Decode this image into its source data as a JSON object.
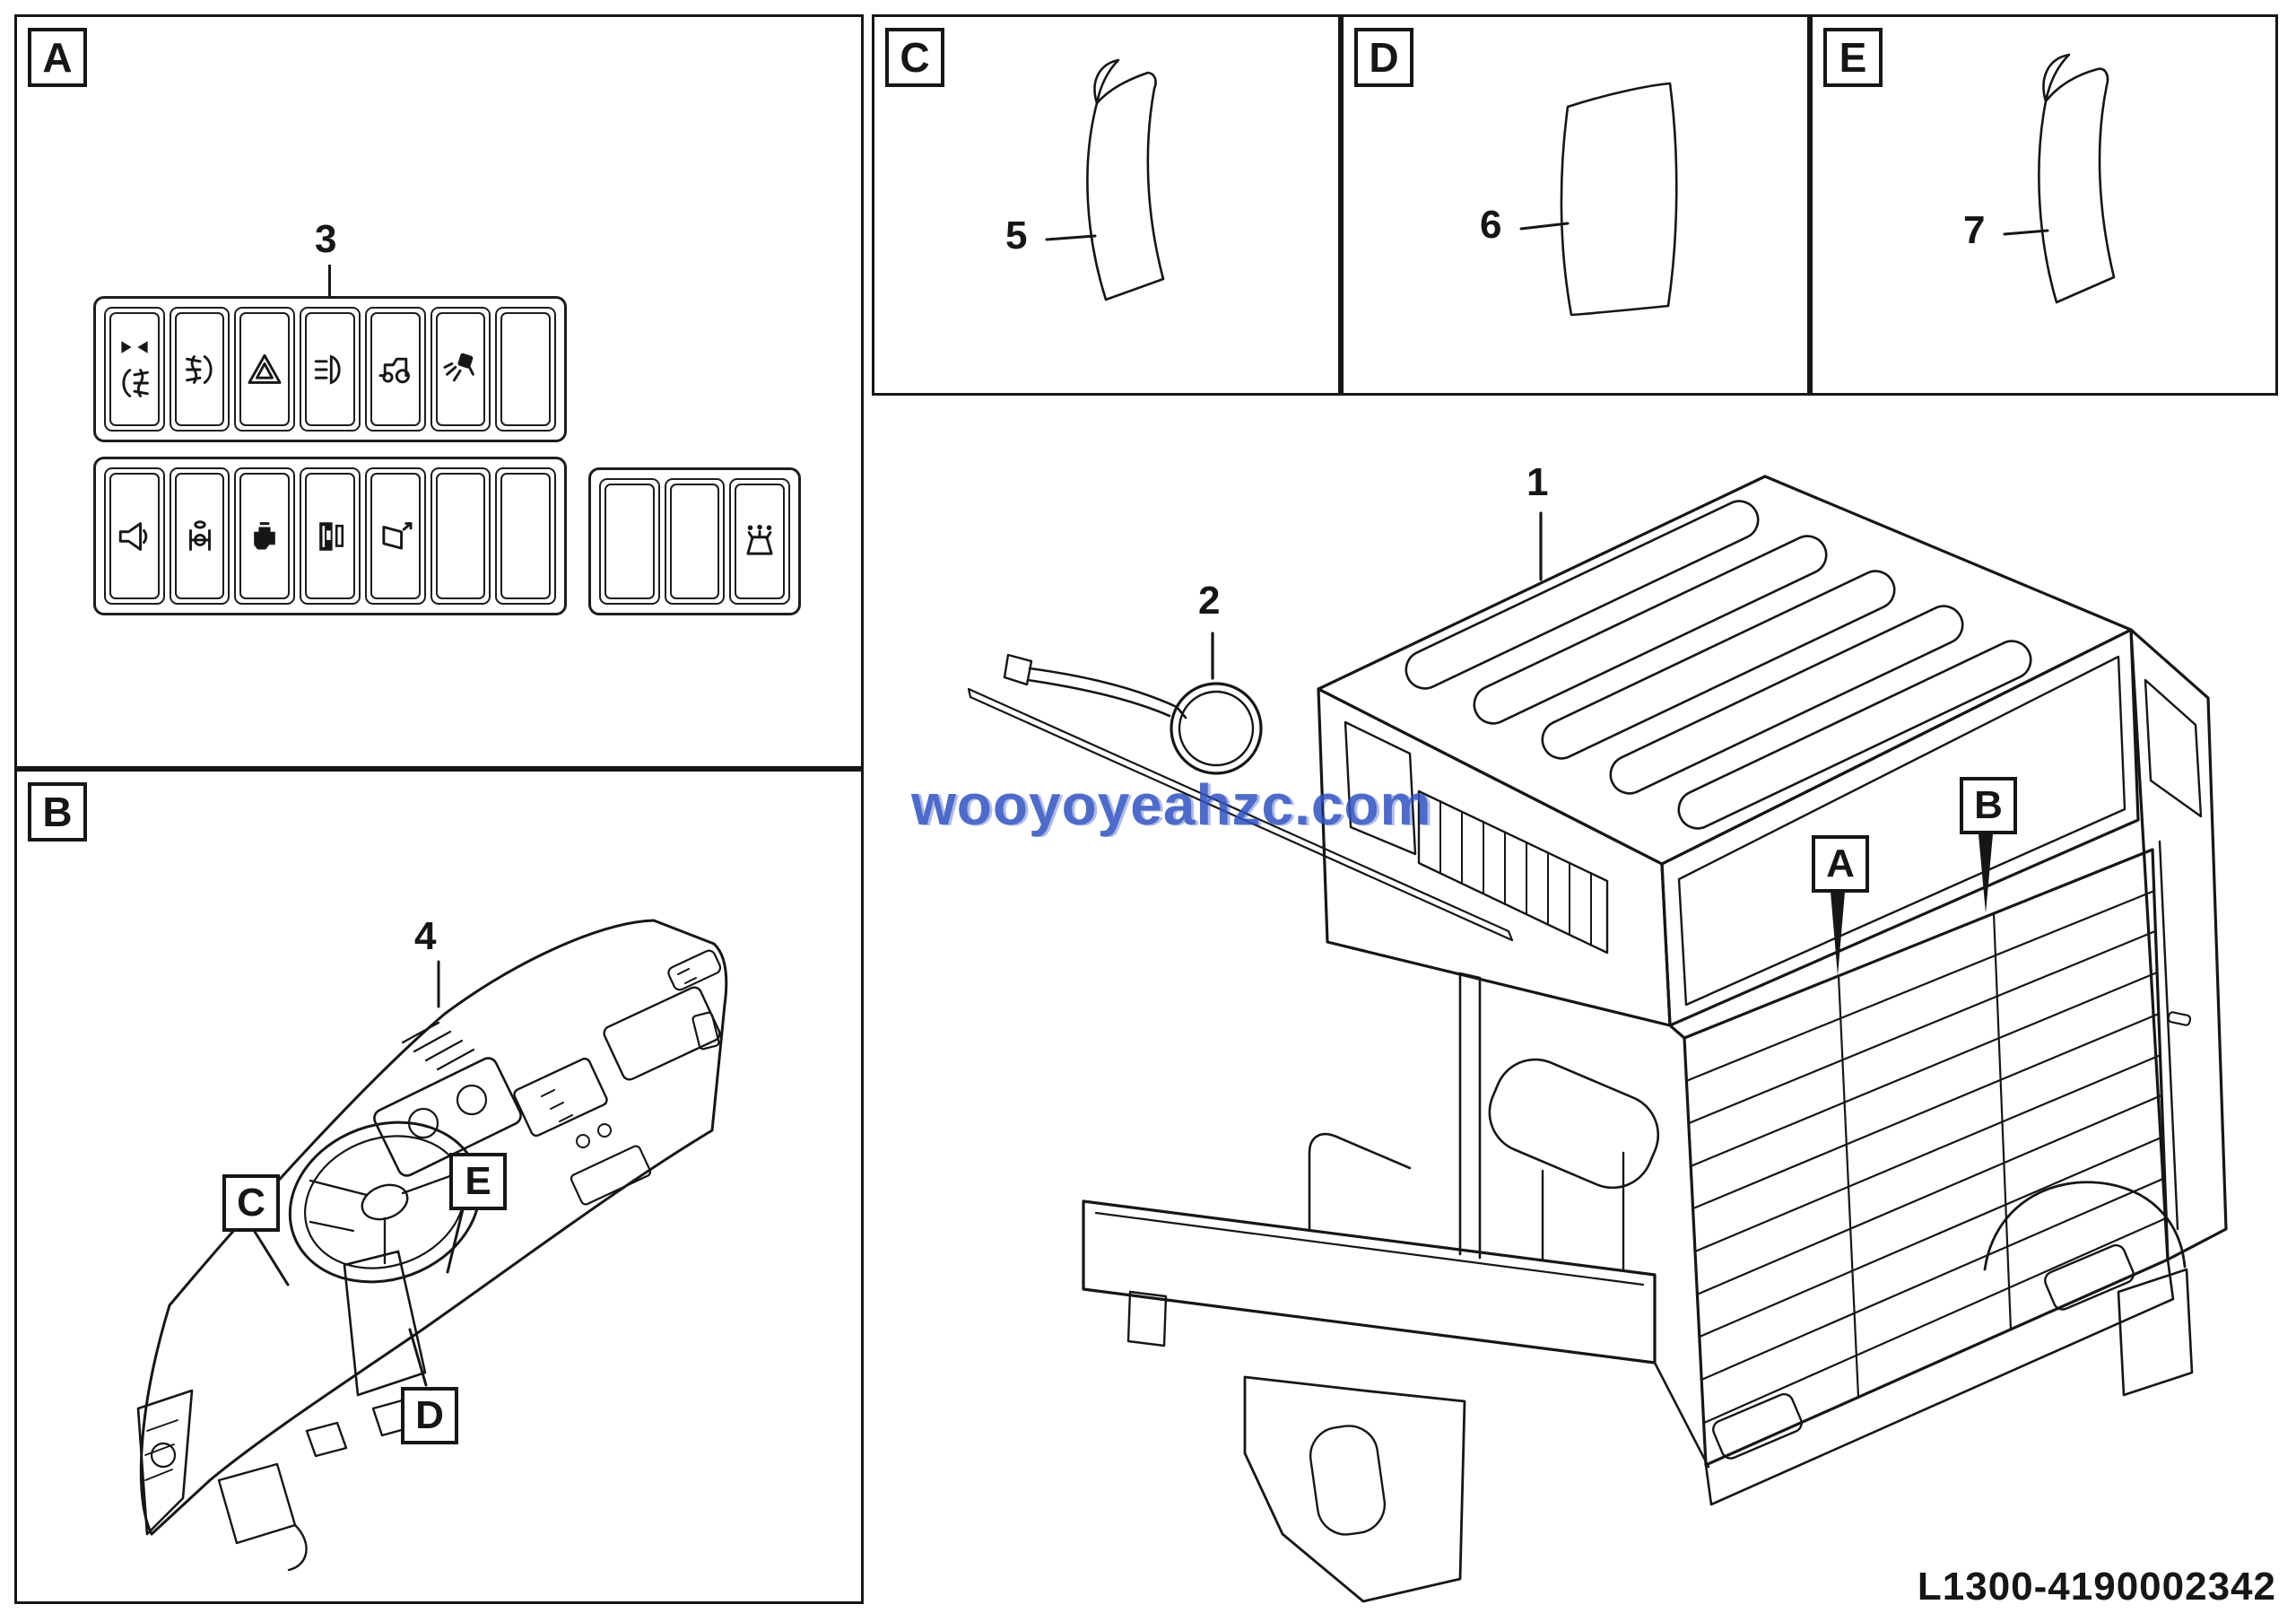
{
  "corner": {
    "a": "A",
    "b": "B",
    "c": "C",
    "d": "D",
    "e": "E"
  },
  "callouts": {
    "n1": "1",
    "n2": "2",
    "n3": "3",
    "n4": "4",
    "n5": "5",
    "n6": "6",
    "n7": "7"
  },
  "tags": {
    "a": "A",
    "b": "B",
    "c": "C",
    "d": "D",
    "e": "E"
  },
  "watermark": {
    "text": "wooyoyeahzc.com",
    "color": "#3052c0"
  },
  "footer": {
    "part_number": "L1300-4190002342"
  },
  "switch_panel": {
    "row1_icons": [
      "clamp + front-fog-light",
      "rear-fog-light",
      "hazard-warning",
      "headlight",
      "tractor",
      "work-lamp",
      "blank"
    ],
    "row2_icons": [
      "horn",
      "differential-lock",
      "engine",
      "cab-tilt",
      "mirror-adjust",
      "blank",
      "blank"
    ],
    "aux_icons": [
      "blank",
      "blank",
      "windshield-washer"
    ]
  },
  "drawings": {
    "main": "truck-cab-line-drawing",
    "box_b": "dashboard-line-drawing",
    "box_c": "decal-sticker-curled",
    "box_d": "decal-sticker-flat",
    "box_e": "decal-sticker-curled"
  },
  "colors": {
    "line": "#161616"
  }
}
